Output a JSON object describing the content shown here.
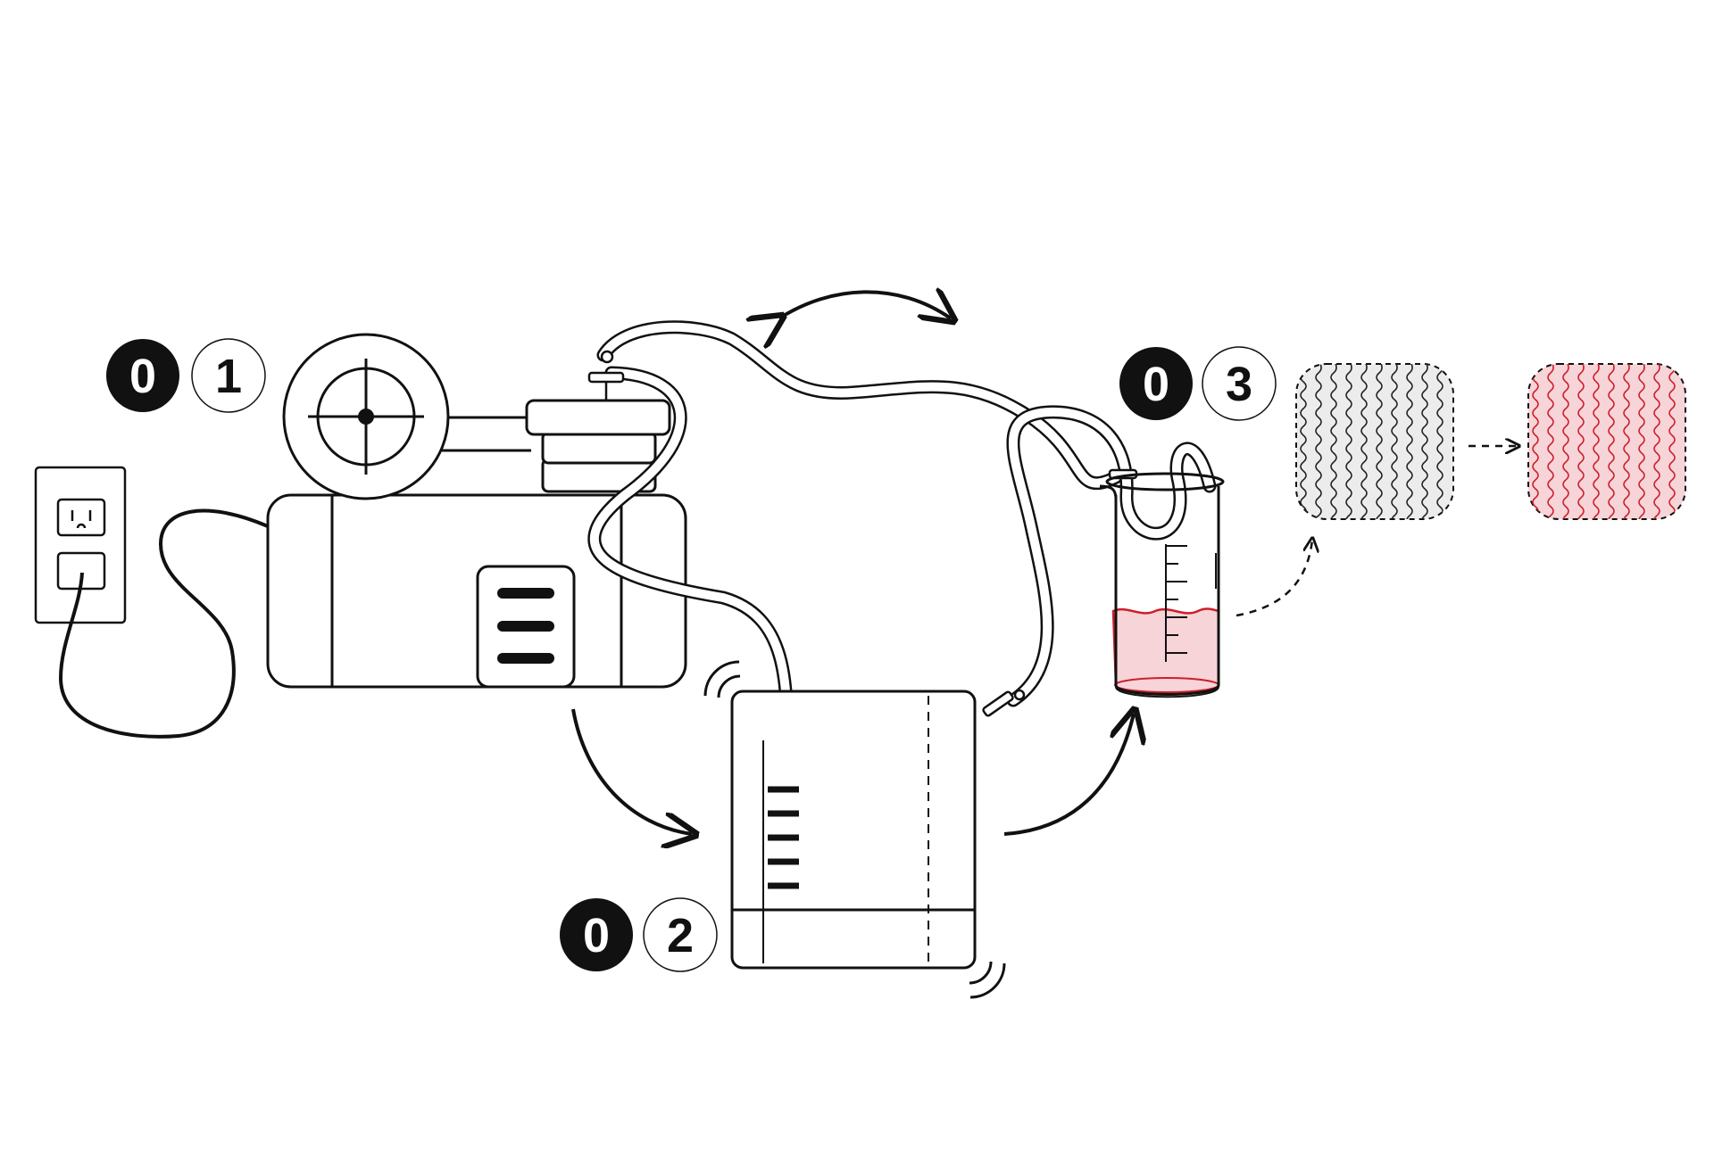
{
  "steps": [
    {
      "first": "0",
      "second": "1"
    },
    {
      "first": "0",
      "second": "2"
    },
    {
      "first": "0",
      "second": "3"
    }
  ],
  "colors": {
    "stroke": "#111111",
    "blood": "#cc1f2b",
    "blood_fill": "#f6d4d7",
    "tissue_fill": "#ececec",
    "background": "#ffffff"
  }
}
